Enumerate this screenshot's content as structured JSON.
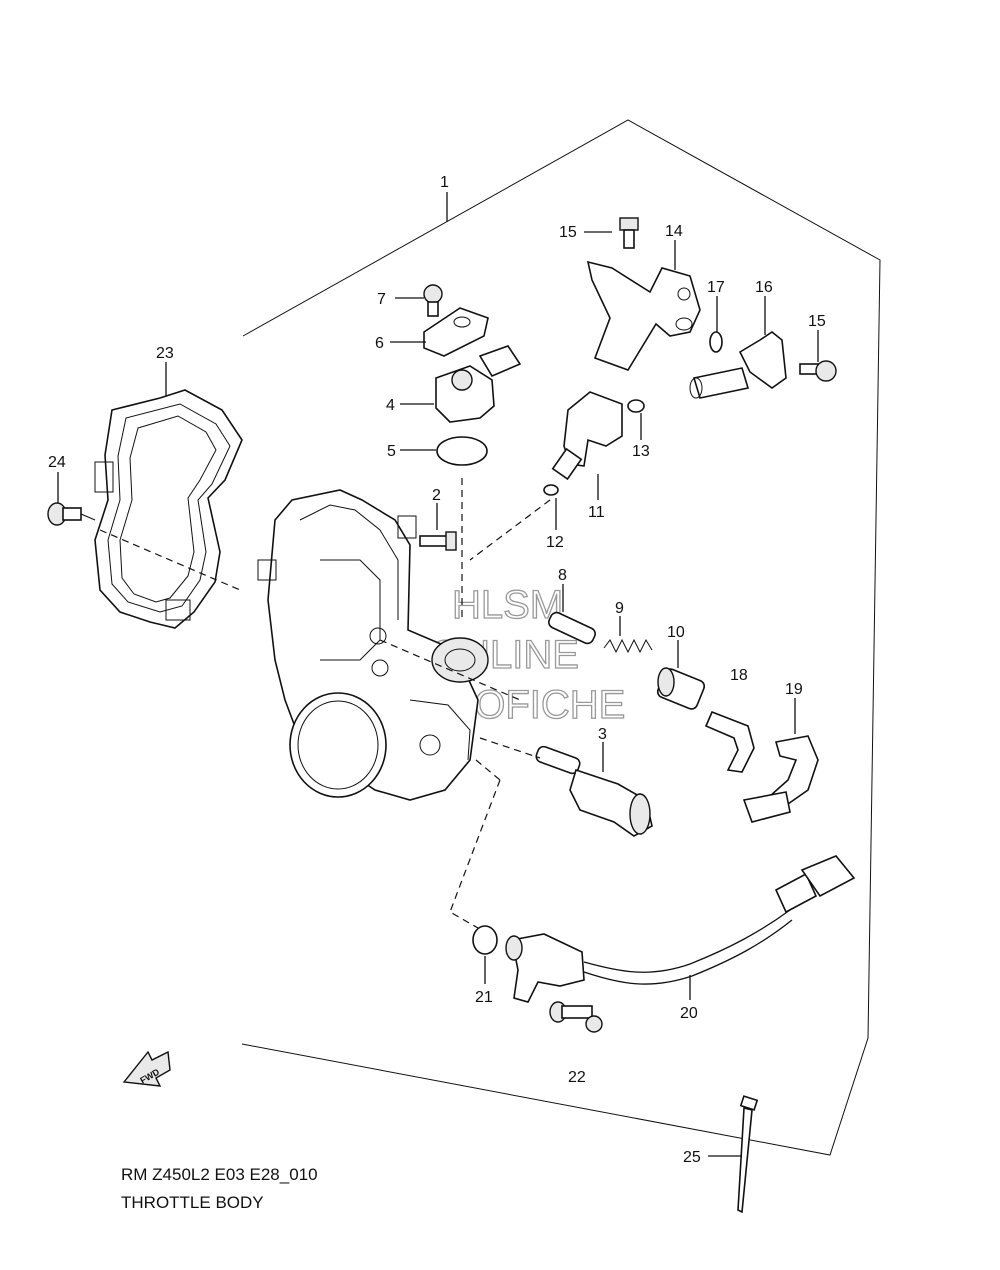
{
  "diagram": {
    "model_code": "RM Z450L2 E03 E28_010",
    "title": "THROTTLE BODY",
    "fwd_label": "FWD",
    "watermark": [
      "HLSM",
      "ONLINE",
      "MICROFICHE"
    ],
    "callouts": [
      "1",
      "2",
      "3",
      "4",
      "5",
      "6",
      "7",
      "8",
      "9",
      "10",
      "11",
      "12",
      "13",
      "14",
      "15",
      "15",
      "16",
      "17",
      "18",
      "19",
      "20",
      "21",
      "22",
      "23",
      "24",
      "25"
    ]
  }
}
